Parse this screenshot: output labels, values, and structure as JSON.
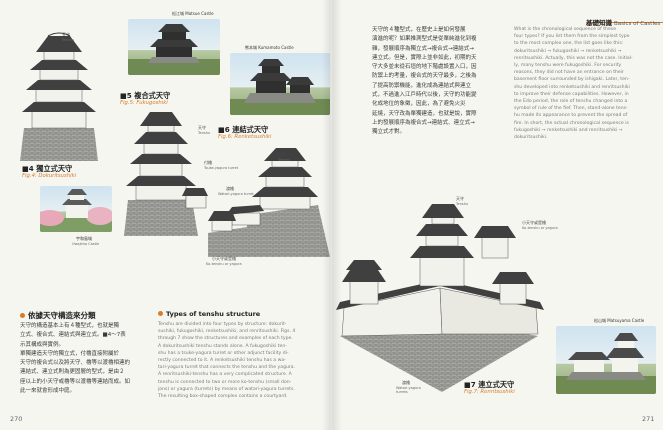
{
  "header": {
    "title_zh": "基礎知識",
    "title_en": "Basics of Castles"
  },
  "pages": {
    "left_number": "270",
    "right_number": "271"
  },
  "colors": {
    "accent": "#d87b2b",
    "paper": "#f6f6f1",
    "roof": "#3c3c3c",
    "wall": "#f2f2ec",
    "stone": "#9b9b9b"
  },
  "photos": {
    "matsue": "松江城 Matsue Castle",
    "kumamoto": "熊本城 Kumamoto Castle",
    "uwajima_zh": "宇和島城",
    "uwajima_en": "Uwajima Castle",
    "matsuyama": "松山城 Matsuyama Castle"
  },
  "figures": {
    "fig4": {
      "zh": "■4 獨立式天守",
      "en": "Fig.4: Dokuritsushiki"
    },
    "fig5": {
      "zh": "■5 複合式天守",
      "en": "Fig.5: Fukugoshiki"
    },
    "fig6": {
      "zh": "■6 連結式天守",
      "en": "Fig.6: Renketsushiki"
    },
    "fig7": {
      "zh": "■7 連立式天守",
      "en": "Fig.7: Renritsushiki"
    }
  },
  "diagram_labels": {
    "tenshu_1_zh": "天守",
    "tenshu_1_en": "Tenshu",
    "tenshu_2_zh": "天守",
    "tenshu_2_en": "Tenshu",
    "tenshu_3_zh": "天守",
    "tenshu_3_en": "Tenshu",
    "tenshu_4_zh": "天守",
    "tenshu_4_en": "Tenshu",
    "tsuke_zh": "付櫓",
    "tsuke_en": "Tsuke-yagura turret",
    "watari_1_zh": "渡櫓",
    "watari_1_en": "Watari-yagura turret",
    "kotenshu_1_zh": "小天守或是櫓",
    "kotenshu_1_en": "Ko-tenshu or yagura",
    "kotenshu_2_zh": "小天守或是櫓",
    "kotenshu_2_en": "Ko-tenshu or yagura",
    "watari_2_zh": "渡櫓",
    "watari_2_en": "Watari-yagura turrets"
  },
  "left_section": {
    "heading": "依據天守構造來分類",
    "body_lines": [
      "天守的構造基本上有４種型式，也就是獨",
      "立式、複合式、連結式與連立式。■4～7表",
      "示其構成與實例。",
      "單獨建造天守的獨立式，付櫓直接附屬於",
      "天守的複合式以及將天守、櫓等以渡櫓相連的",
      "連結式、連立式則為更固層的型式，是由２",
      "座以上的小天守或櫓等以渡櫓等連結而成。如",
      "此一來就會形成中庭。"
    ]
  },
  "types_section": {
    "heading": "Types of tenshu structure",
    "body_lines": [
      "Tenshu are divided into four types by structure: dokurit-",
      "sushiki, fukugoshiki, renketsushiki, and renritsushiki. Figs. 4",
      "through 7 show the structures and examples of each type.",
      "A dokuritsushiki tenshu stands alone. A fukugoshiki ten-",
      "shu has a tsuke-yagura turret or other adjunct facility di-",
      "rectly connected to it. A renketsushiki tenshu has a wa-",
      "tari-yagura turret that connects the tenshu and the yagura.",
      "A renritsushiki-tenshu has a very complicated structure. A",
      "tenshu is connected to two or more ko-tenshu (small don-",
      "jons) or yagura (turrets) by means of watari-yagura turrets.",
      "The resulting box-shaped complex contains a courtyard."
    ]
  },
  "right_zh": {
    "lines": [
      "天守的４種型式，在歷史上是如何發展",
      "演進的呢？如果推測型式是從單純進化到複",
      "雜，發展順序為獨立式→複合式→連結式→",
      "連立式。但是，實際上並非如此，初期的天",
      "守大多並未從石垣的地下階處設置入口，因",
      "防禦上的考量，複合式的天守最多，之後為",
      "了提高防禦機能，進化成為連結式與連立",
      "式，不過進入江戶時代以後，天守的功能變",
      "化成地位的象徵，因此，為了避免火災",
      "延燒，天守改為單獨建造，也就是說，實際",
      "上的發展順序為複合式→連結式、連立式→",
      "獨立式才對。"
    ]
  },
  "right_en": {
    "lines": [
      "What is the chronological sequence of these",
      "four types? If you list them from the simplest type",
      "to the most complex one, the list goes like this:",
      "dokuritsushiki → fukugoshiki → renketsushiki →",
      "renritsushiki. Actually, this was not the case. Initial-",
      "ly, many tenshu were fukugoshiki. For security",
      "reasons, they did not have an entrance on their",
      "basement floor surrounded by ishigaki. Later, ten-",
      "shu developed into renketsushiki and renritsushiki",
      "to improve their defense capabilities. However, in",
      "the Edo period, the role of tenshu changed into a",
      "symbol of rule of the fief. Then, stand-alone tens-",
      "hu made its appearance to prevent the spread of",
      "fire. In short, the actual chronological sequence is",
      "fukugoshiki → renketsushiki and renritsushiki →",
      "dokuritsushiki."
    ]
  }
}
